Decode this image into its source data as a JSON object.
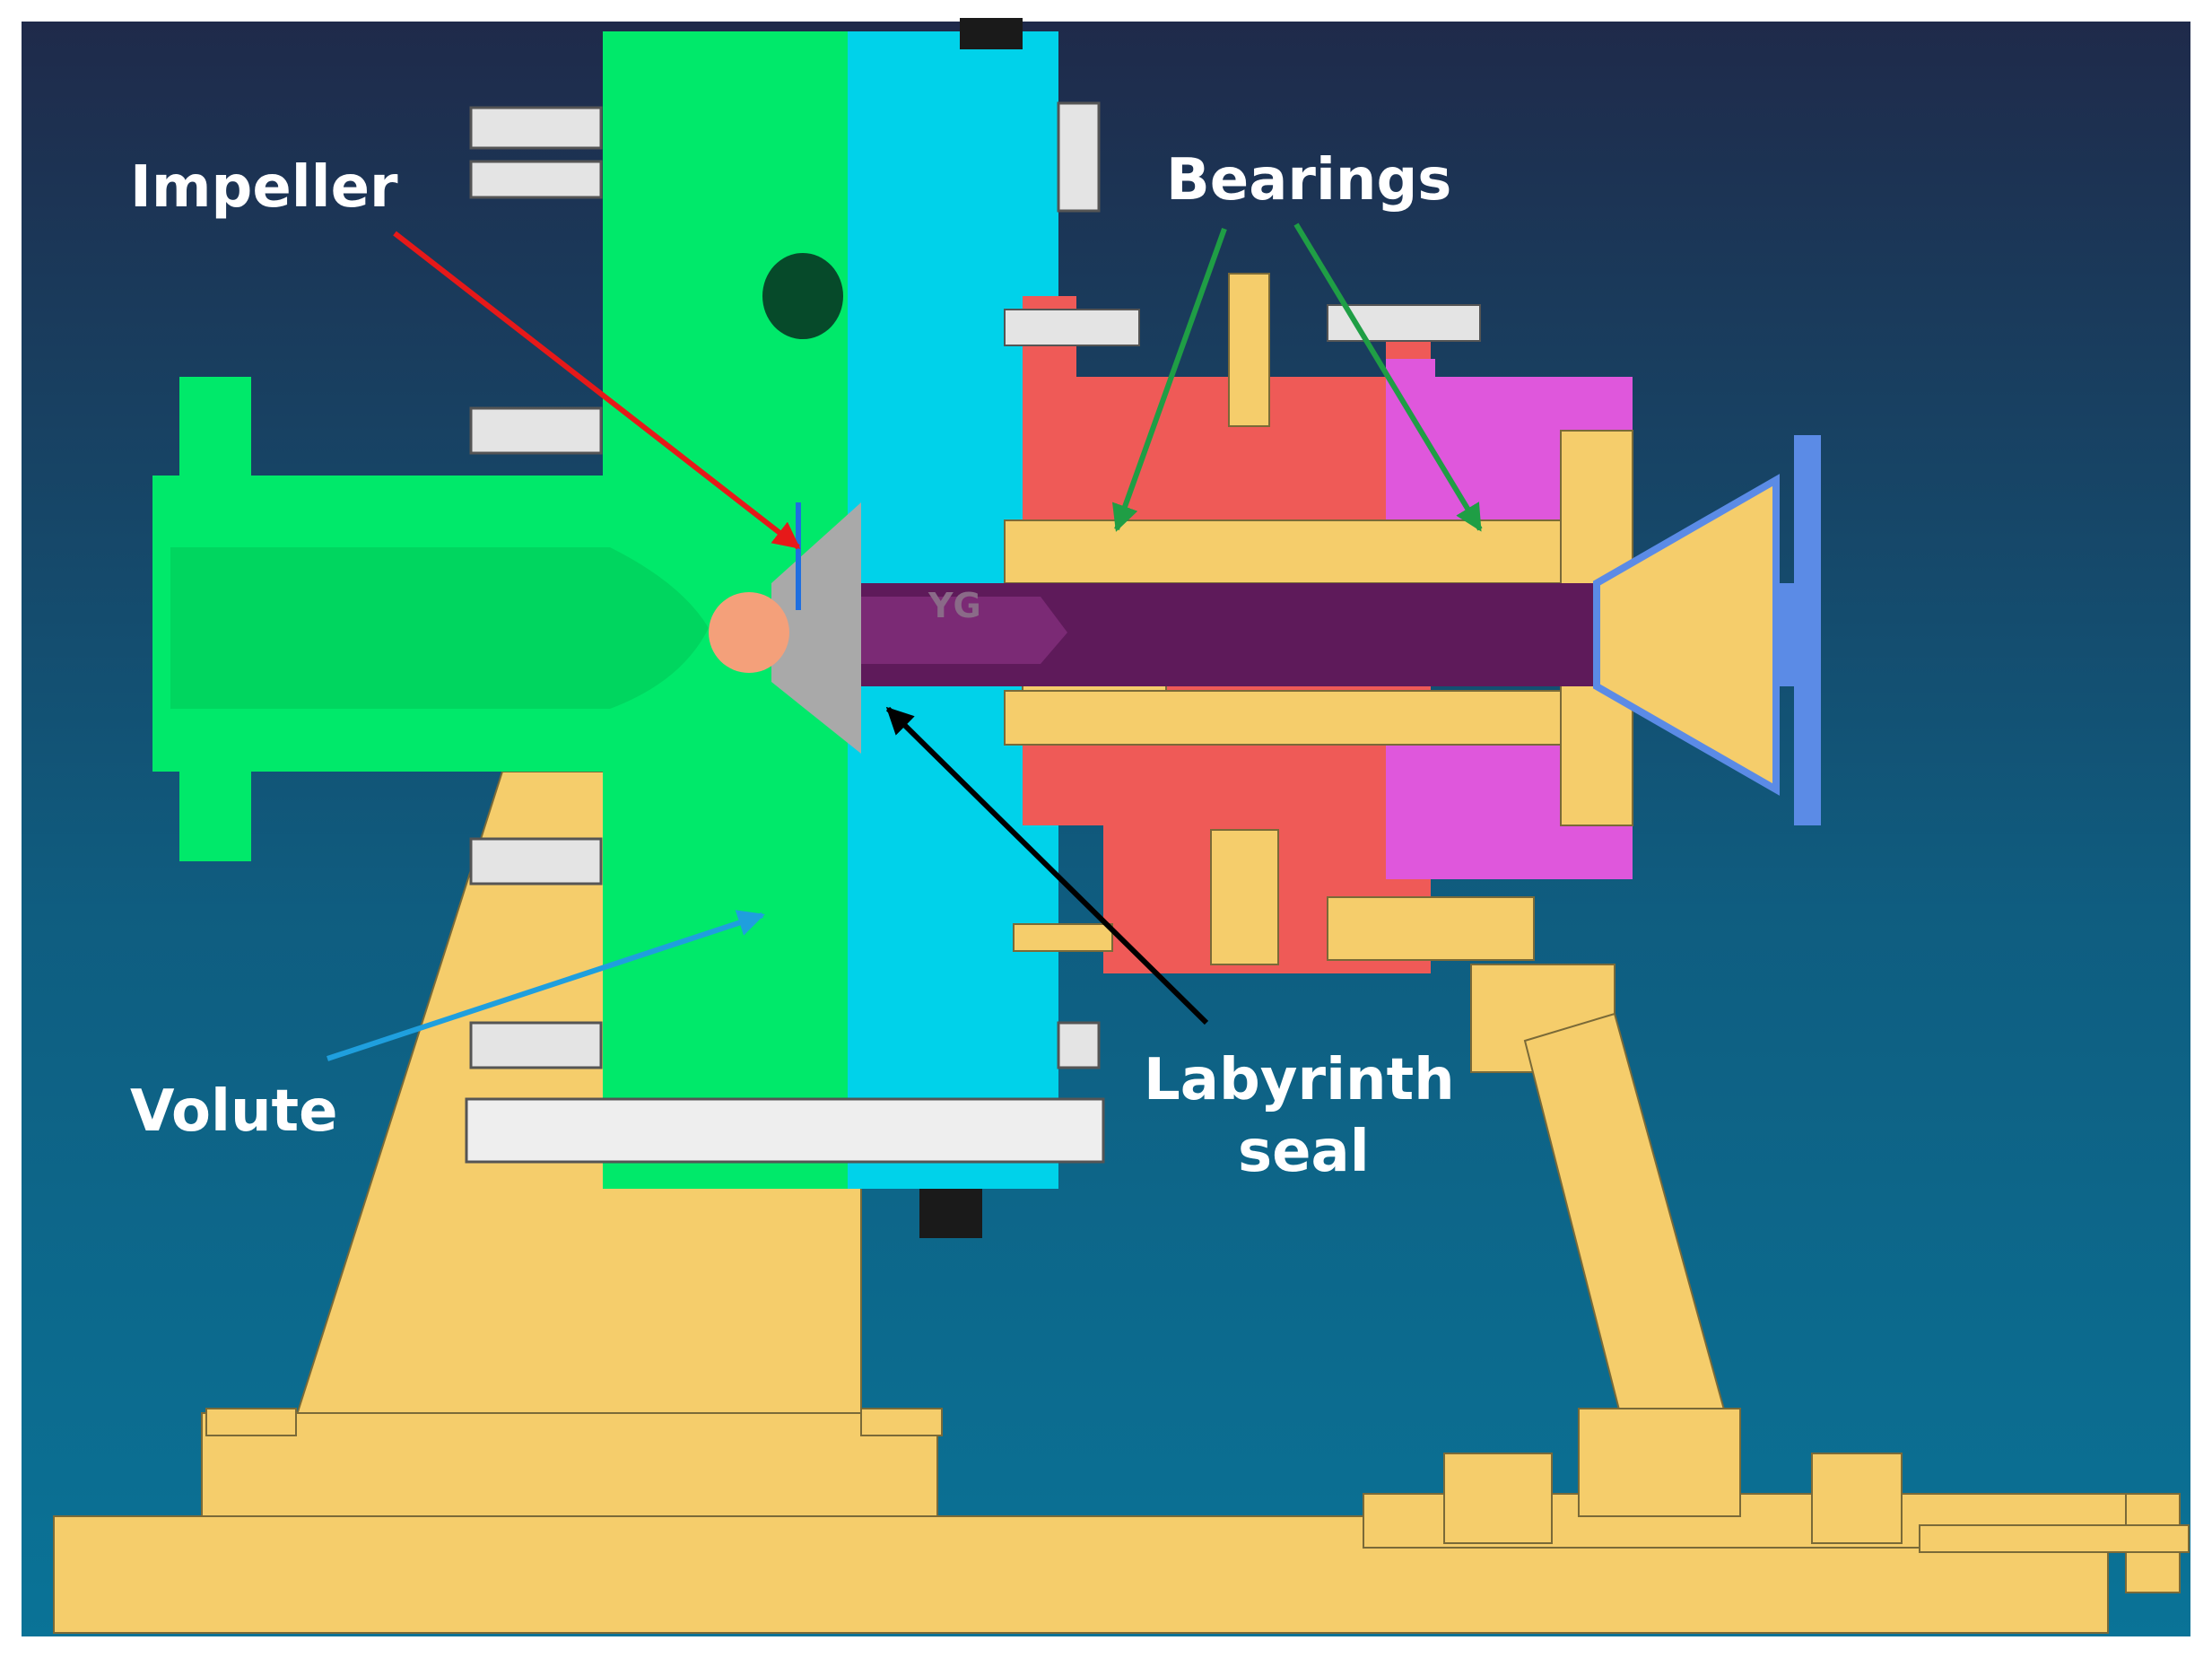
{
  "labels": {
    "impeller": "Impeller",
    "bearings": "Bearings",
    "volute": "Volute",
    "labyrinth_line1": "Labyrinth",
    "labyrinth_line2": "seal",
    "shaft_mark": "YG"
  },
  "colors": {
    "bg_top": "#1f2a4a",
    "bg_bottom": "#0a7397",
    "volute": "#00e96a",
    "casing": "#00d2ea",
    "bearing_housing": "#ef5a57",
    "bearing_cap": "#df57dc",
    "frame": "#f5cd6b",
    "shaft": "#5e1a5a",
    "coupling": "#5b8be6",
    "bolt": "#e4e4e4",
    "impeller": "#a9a9a9",
    "arrow_impeller": "#e61919",
    "arrow_bearings": "#1f9e45",
    "arrow_seal": "#000000",
    "arrow_volute": "#1f9fde"
  }
}
